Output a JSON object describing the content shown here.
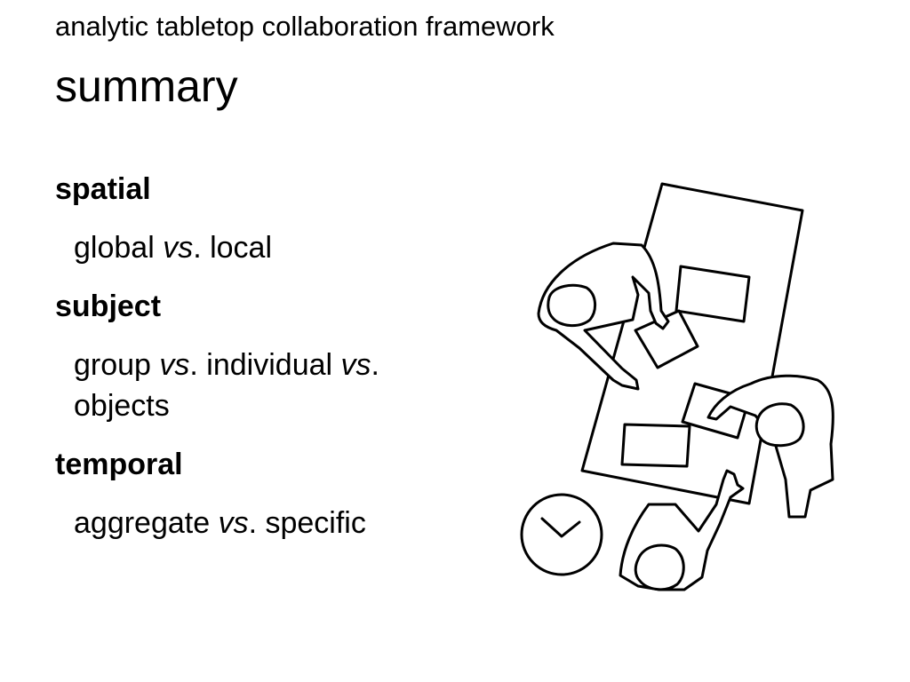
{
  "slide": {
    "subtitle": "analytic tabletop collaboration framework",
    "title": "summary"
  },
  "sections": [
    {
      "heading": "spatial",
      "item_parts": [
        "global ",
        "vs",
        ". local"
      ]
    },
    {
      "heading": "subject",
      "item_parts": [
        "group ",
        "vs",
        ". individual ",
        "vs",
        ". objects"
      ]
    },
    {
      "heading": "temporal",
      "item_parts": [
        "aggregate ",
        "vs",
        ". specific"
      ]
    }
  ],
  "illustration": {
    "icon": "tabletop-collaboration-illustration"
  }
}
